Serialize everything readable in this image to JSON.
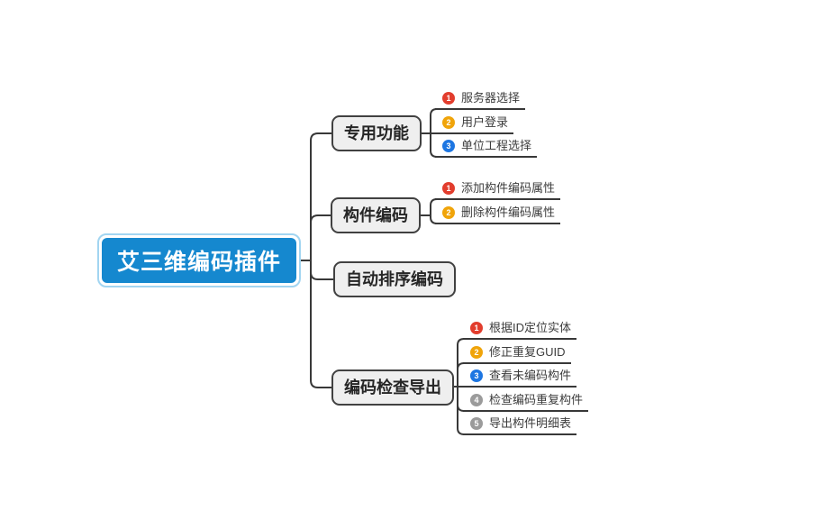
{
  "root": {
    "label": "艾三维编码插件"
  },
  "branches": [
    {
      "label": "专用功能",
      "children": [
        {
          "num": "1",
          "label": "服务器选择",
          "color": "#e23d2d"
        },
        {
          "num": "2",
          "label": "用户登录",
          "color": "#f0a40a"
        },
        {
          "num": "3",
          "label": "单位工程选择",
          "color": "#1d76e2"
        }
      ]
    },
    {
      "label": "构件编码",
      "children": [
        {
          "num": "1",
          "label": "添加构件编码属性",
          "color": "#e23d2d"
        },
        {
          "num": "2",
          "label": "删除构件编码属性",
          "color": "#f0a40a"
        }
      ]
    },
    {
      "label": "自动排序编码",
      "children": []
    },
    {
      "label": "编码检查导出",
      "children": [
        {
          "num": "1",
          "label": "根据ID定位实体",
          "color": "#e23d2d"
        },
        {
          "num": "2",
          "label": "修正重复GUID",
          "color": "#f0a40a"
        },
        {
          "num": "3",
          "label": "查看未编码构件",
          "color": "#1d76e2"
        },
        {
          "num": "4",
          "label": "检查编码重复构件",
          "color": "#9b9b9b"
        },
        {
          "num": "5",
          "label": "导出构件明细表",
          "color": "#9b9b9b"
        }
      ]
    }
  ],
  "theme": {
    "root_fill": "#1588cf",
    "root_ring": "#a2d5f1",
    "branch_fill": "#efefef",
    "branch_border": "#414141",
    "line_color": "#383838",
    "child_text_color": "#3c3c3c"
  }
}
